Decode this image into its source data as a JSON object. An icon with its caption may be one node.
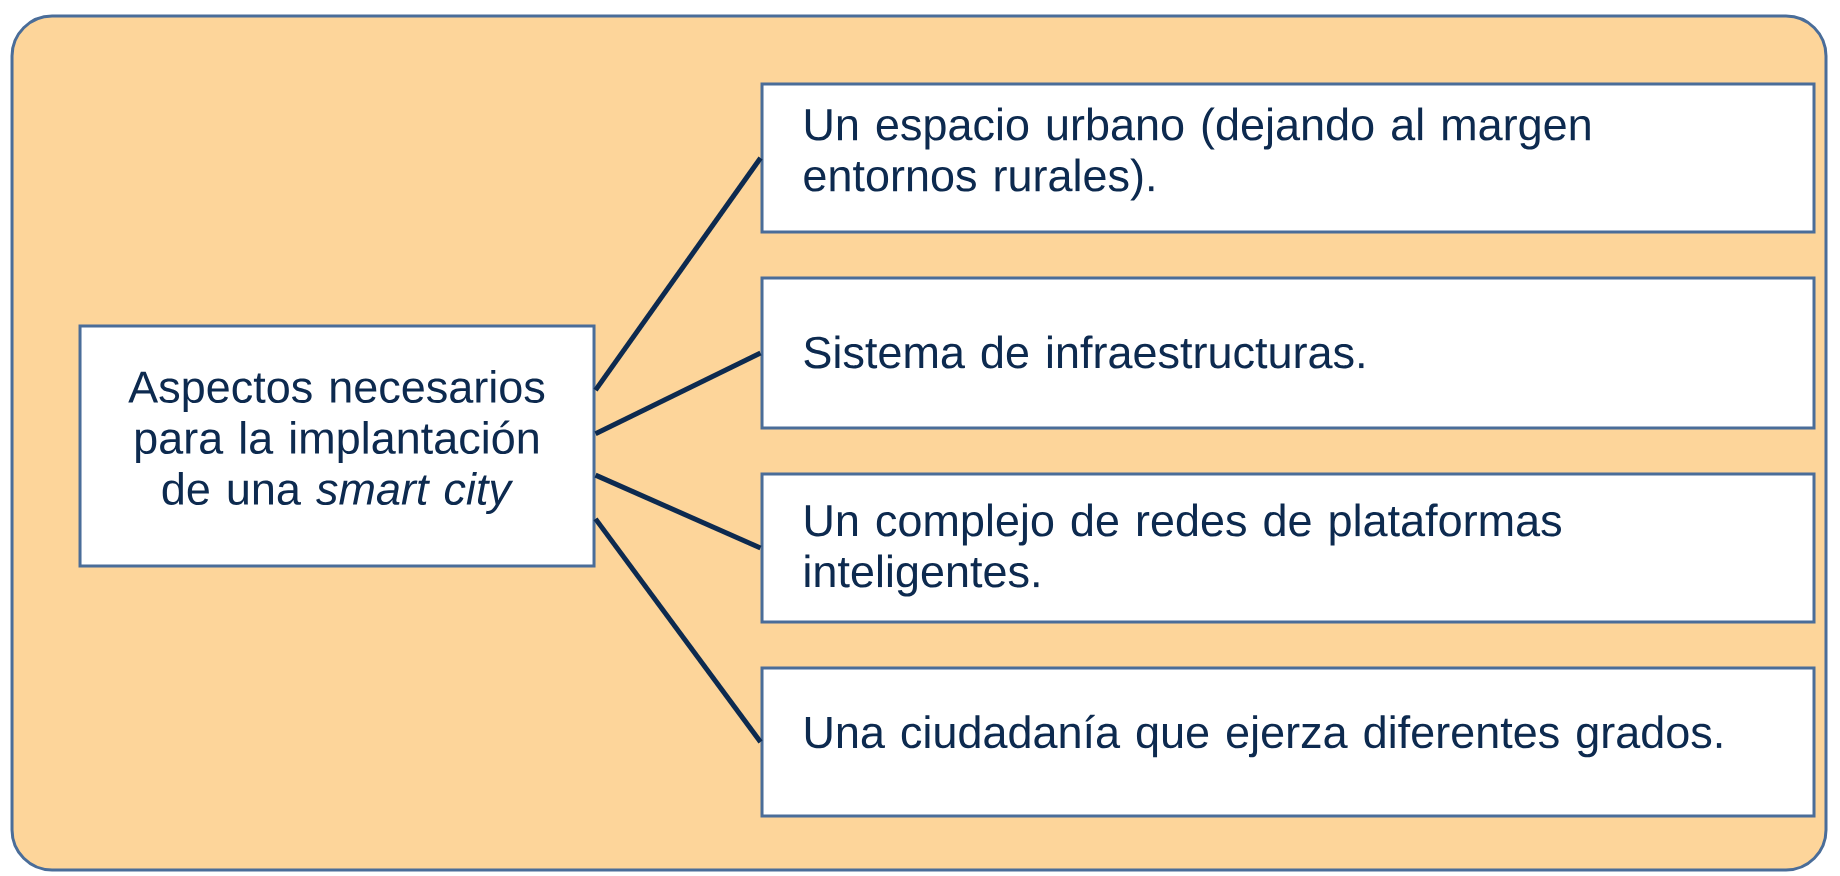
{
  "diagram": {
    "nodes": [
      {
        "text": [],
        "shape": "box"
      },
      {
        "text": [
          "Aspectos necesarios para la implantación de una *smart city*"
        ],
        "in": 0
      },
      {
        "text": [
          "Un espacio urbano (dejando al margen entornos rurales)."
        ],
        "in": 0
      },
      {
        "text": [
          "Sistema de infraestructuras."
        ],
        "in": 0
      },
      {
        "text": [
          "Un complejo de redes de plataformas inteligentes."
        ],
        "in": 0
      },
      {
        "text": [
          "Una ciudadanía que ejerza diferentes grados."
        ],
        "in": 0
      }
    ],
    "edges": [
      {
        "from": 1,
        "to": 2,
        "arrow": "none"
      },
      {
        "from": 1,
        "to": 3,
        "arrow": "none"
      },
      {
        "from": 1,
        "to": 4,
        "arrow": "none"
      },
      {
        "from": 1,
        "to": 5,
        "arrow": "none"
      }
    ]
  }
}
